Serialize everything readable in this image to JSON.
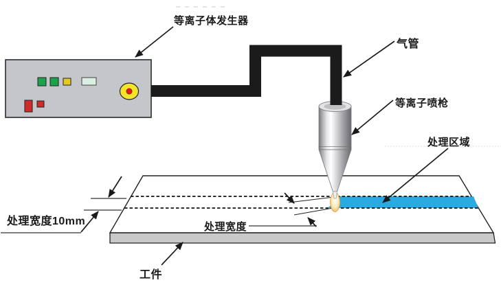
{
  "labels": {
    "plasma_generator": "等离子体发生器",
    "air_pipe": "气管",
    "plasma_gun": "等离子喷枪",
    "treatment_area": "处理区域",
    "treatment_width_dim": "处理宽度10mm",
    "treatment_width": "处理宽度",
    "workpiece": "工件"
  },
  "colors": {
    "treated_area_blue": "#29abe2",
    "generator_box": "#c5c6ca",
    "indicator_green": "#1aa34c",
    "indicator_yellow": "#e5c822",
    "indicator_red": "#cf2b28",
    "display_screen": "#ddeee3",
    "power_button_outer": "#f3e42c",
    "power_button_inner": "#dd1e12",
    "pipe_black": "#1b1b1b",
    "workpiece_front": "#c9c9c9",
    "line_black": "#1a1a1a"
  }
}
